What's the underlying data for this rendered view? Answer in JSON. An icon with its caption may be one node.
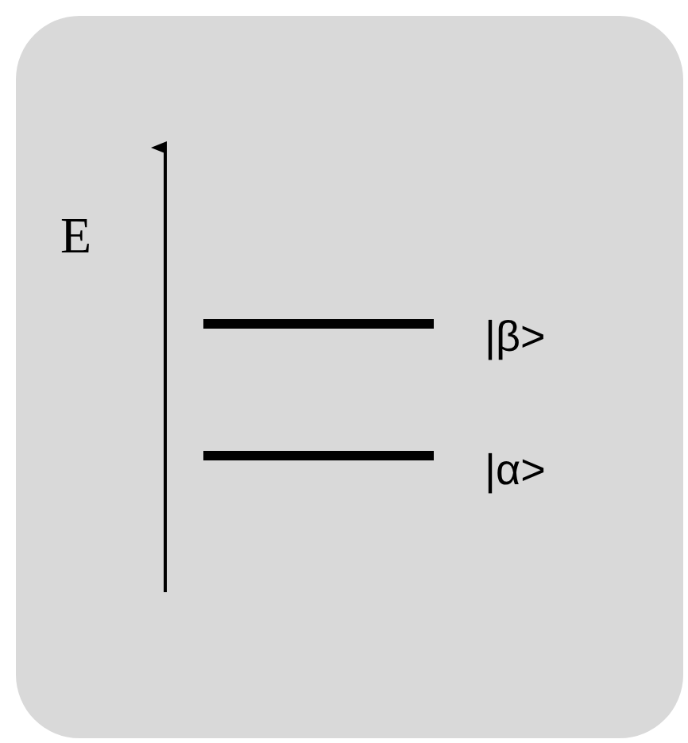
{
  "diagram": {
    "labels": [
      "E",
      "|β>",
      "|α>"
    ]
  }
}
